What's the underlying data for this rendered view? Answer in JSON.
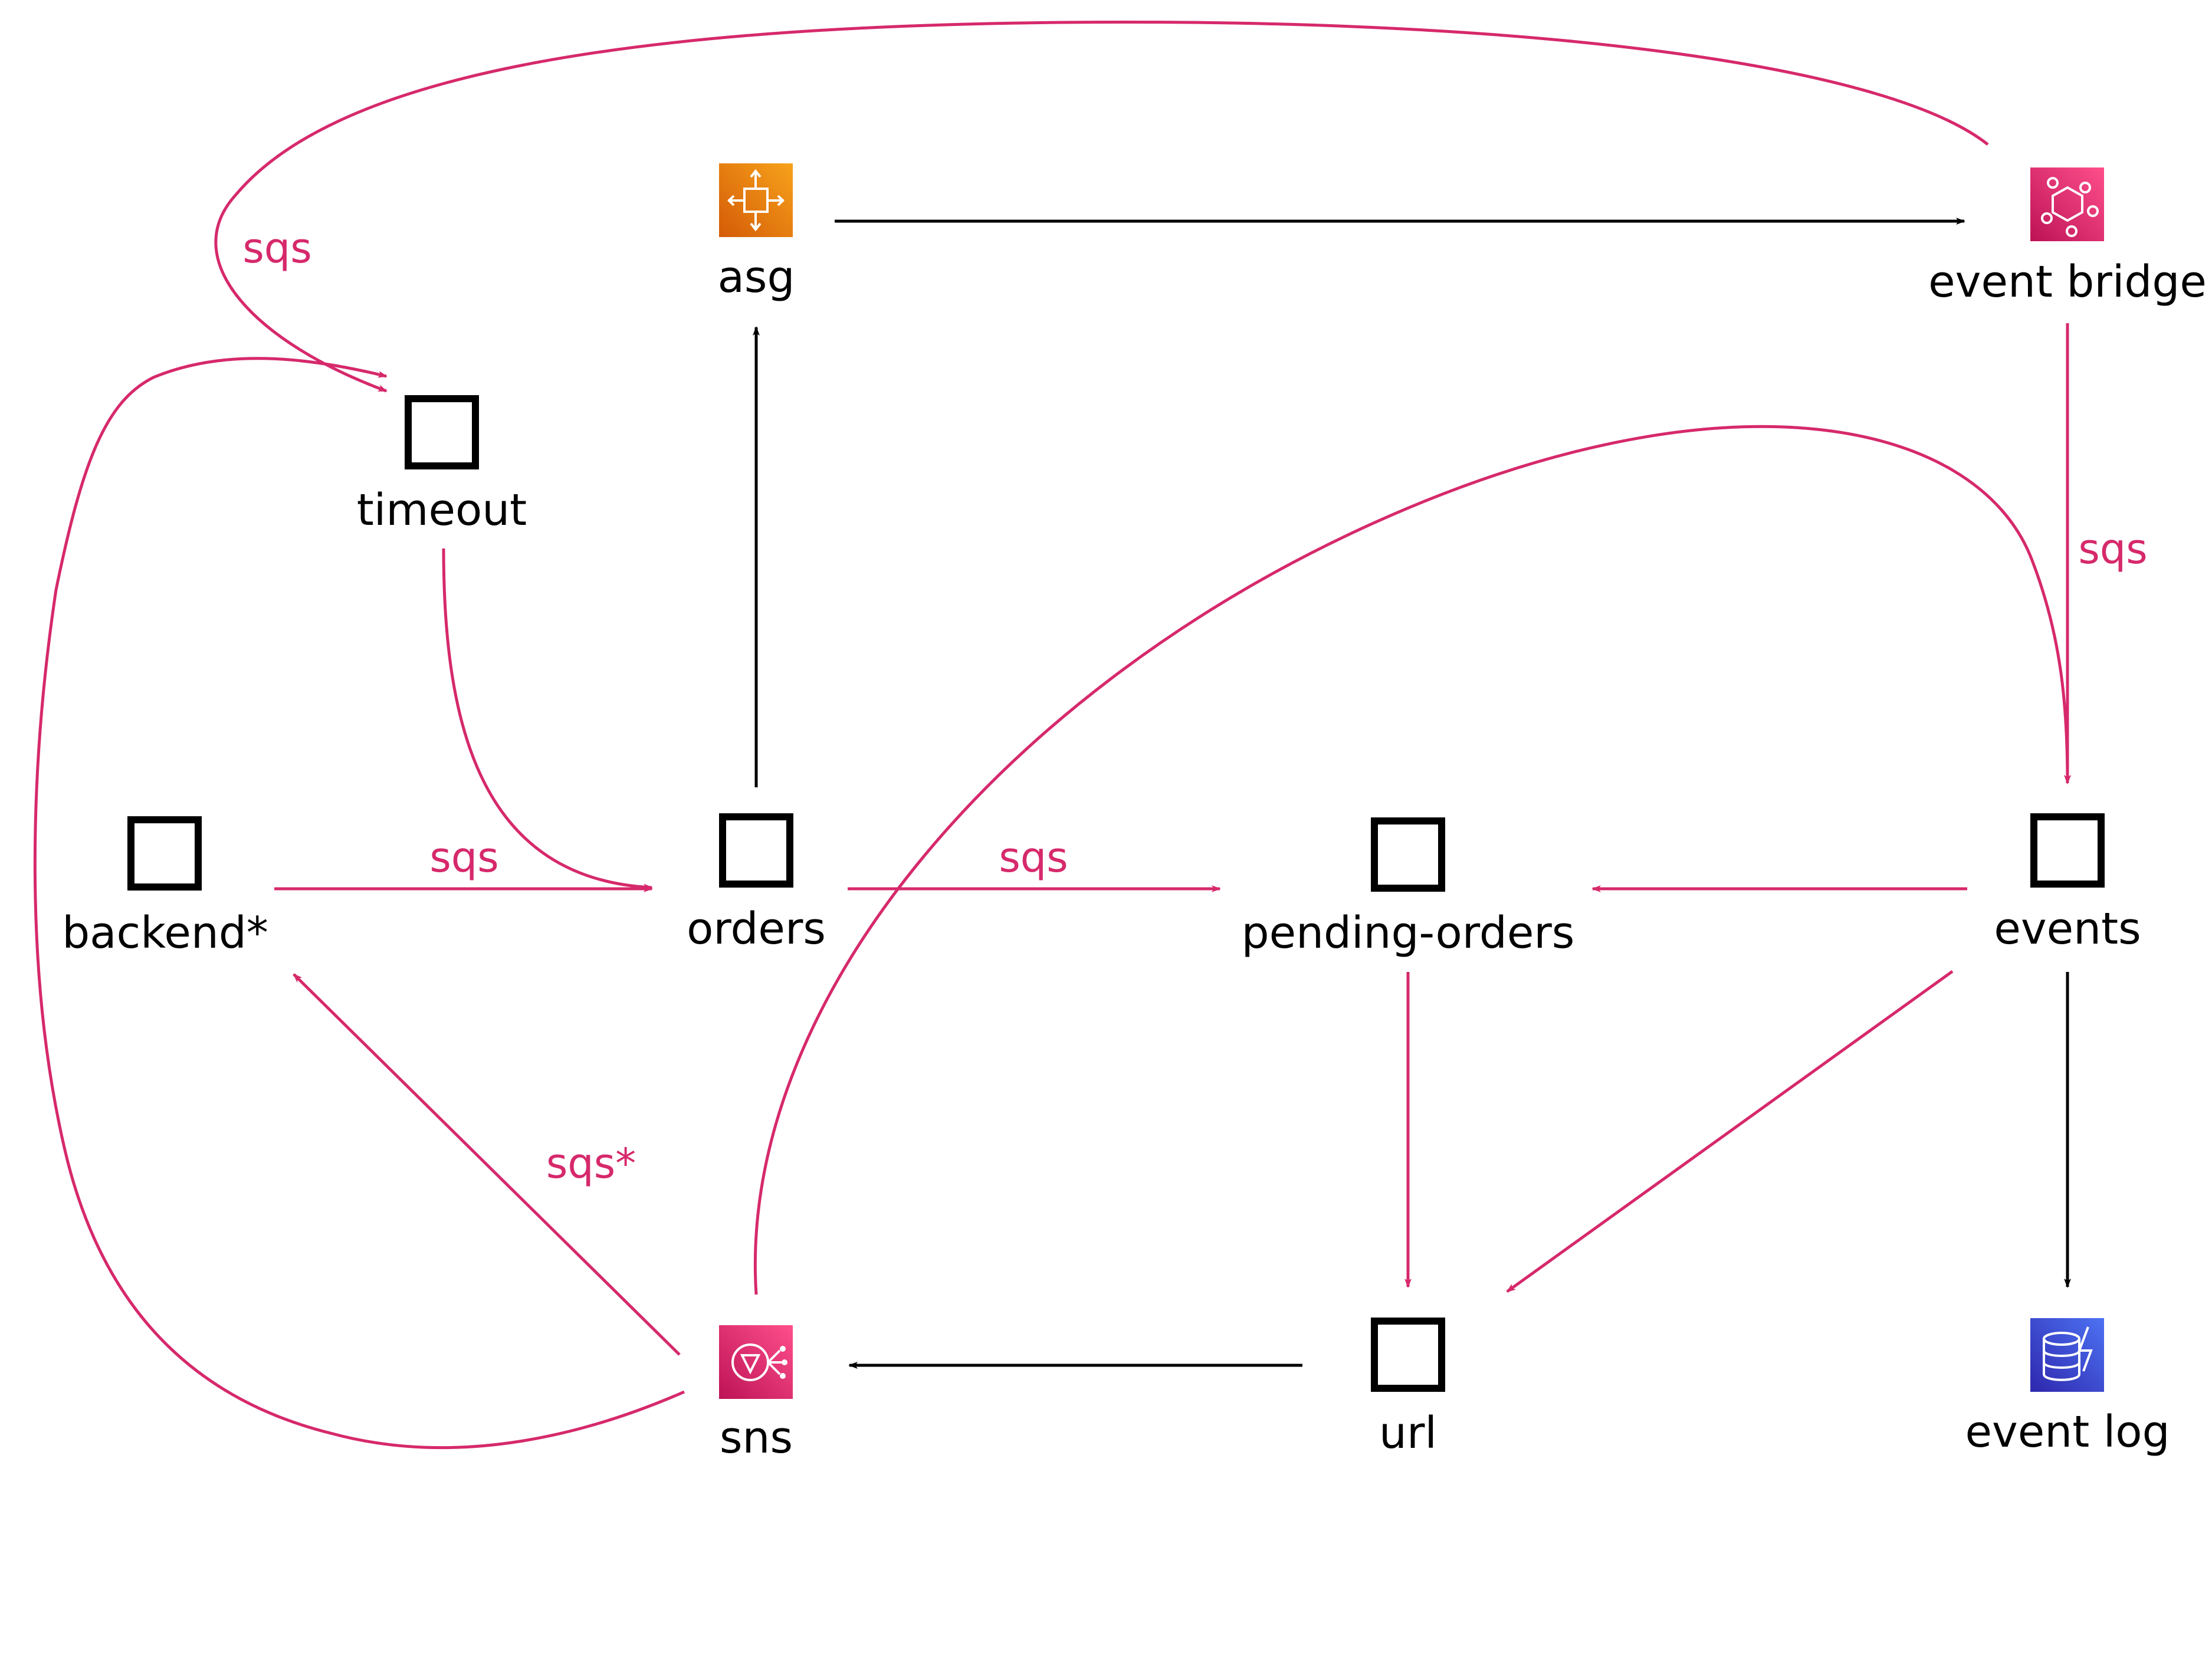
{
  "nodes": {
    "asg": {
      "label": "asg",
      "icon": "auto-scaling-group-icon",
      "color_top": "#f7a21b",
      "color_bottom": "#d45b07"
    },
    "event_bridge": {
      "label": "event bridge",
      "icon": "eventbridge-icon",
      "color_top": "#ff4f8b",
      "color_bottom": "#bc1356"
    },
    "timeout": {
      "label": "timeout",
      "icon": "queue-box-icon"
    },
    "backend": {
      "label": "backend*",
      "icon": "queue-box-icon"
    },
    "orders": {
      "label": "orders",
      "icon": "queue-box-icon"
    },
    "pending_orders": {
      "label": "pending-orders",
      "icon": "queue-box-icon"
    },
    "events": {
      "label": "events",
      "icon": "queue-box-icon"
    },
    "sns": {
      "label": "sns",
      "icon": "sns-icon",
      "color_top": "#ff4f8b",
      "color_bottom": "#bc1356"
    },
    "url": {
      "label": "url",
      "icon": "queue-box-icon"
    },
    "event_log": {
      "label": "event log",
      "icon": "dynamodb-icon",
      "color_top": "#4d72f3",
      "color_bottom": "#2e27ad"
    }
  },
  "edge_labels": {
    "eventbridge_to_timeout": "sqs",
    "eventbridge_to_events": "sqs",
    "backend_to_orders": "sqs",
    "orders_to_pending": "sqs",
    "sns_to_backend": "sqs*"
  },
  "colors": {
    "pink": "#d6296b",
    "black": "#000000"
  }
}
